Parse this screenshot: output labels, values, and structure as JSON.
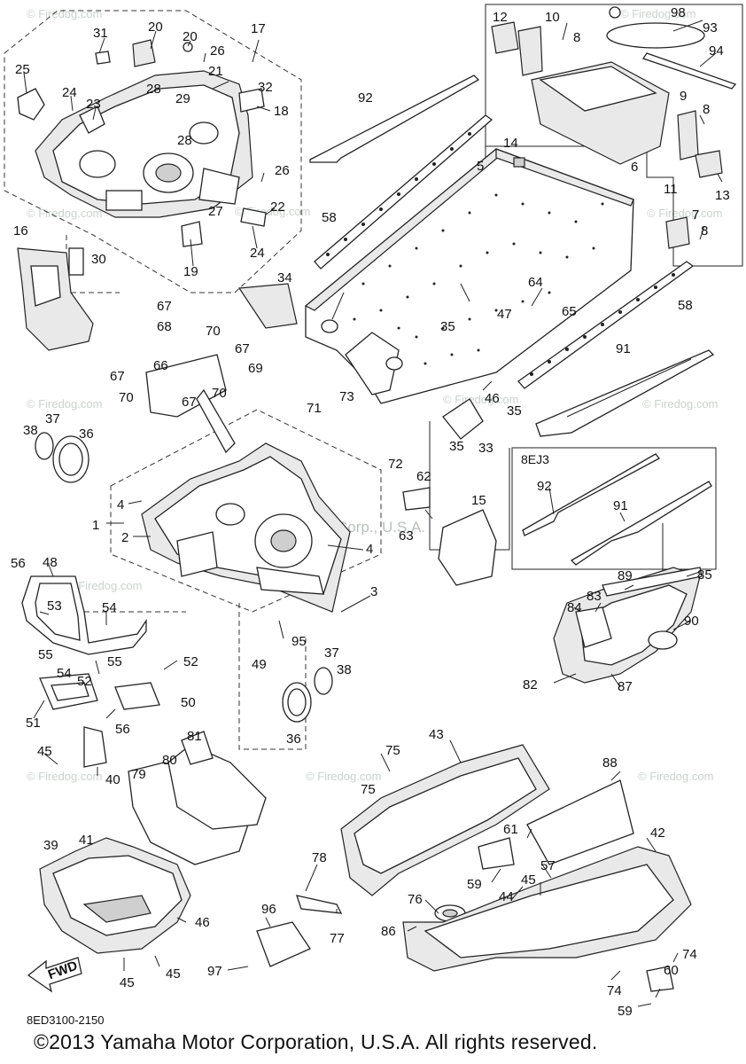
{
  "diagram": {
    "code": "8ED3100-2150",
    "copyright": "©2013 Yamaha Motor Corporation, U.S.A. All rights reserved.",
    "variant_label": "8EJ3",
    "direction_label": "FWD",
    "watermarks": [
      "© Firedog.com",
      "Yamaha Motor Corp., U.S.A."
    ],
    "callouts": [
      "1",
      "2",
      "3",
      "4",
      "5",
      "6",
      "7",
      "8",
      "9",
      "10",
      "11",
      "12",
      "13",
      "14",
      "15",
      "16",
      "17",
      "18",
      "19",
      "20",
      "21",
      "22",
      "23",
      "24",
      "25",
      "26",
      "27",
      "28",
      "29",
      "30",
      "31",
      "32",
      "33",
      "34",
      "35",
      "36",
      "37",
      "38",
      "39",
      "40",
      "41",
      "42",
      "43",
      "44",
      "45",
      "46",
      "47",
      "48",
      "49",
      "50",
      "51",
      "52",
      "53",
      "54",
      "55",
      "56",
      "57",
      "58",
      "59",
      "60",
      "61",
      "62",
      "63",
      "64",
      "65",
      "66",
      "67",
      "68",
      "69",
      "70",
      "71",
      "72",
      "73",
      "74",
      "75",
      "76",
      "77",
      "78",
      "79",
      "80",
      "81",
      "82",
      "83",
      "84",
      "85",
      "86",
      "87",
      "88",
      "89",
      "90",
      "91",
      "92",
      "93",
      "94",
      "95",
      "96",
      "97",
      "98"
    ]
  }
}
